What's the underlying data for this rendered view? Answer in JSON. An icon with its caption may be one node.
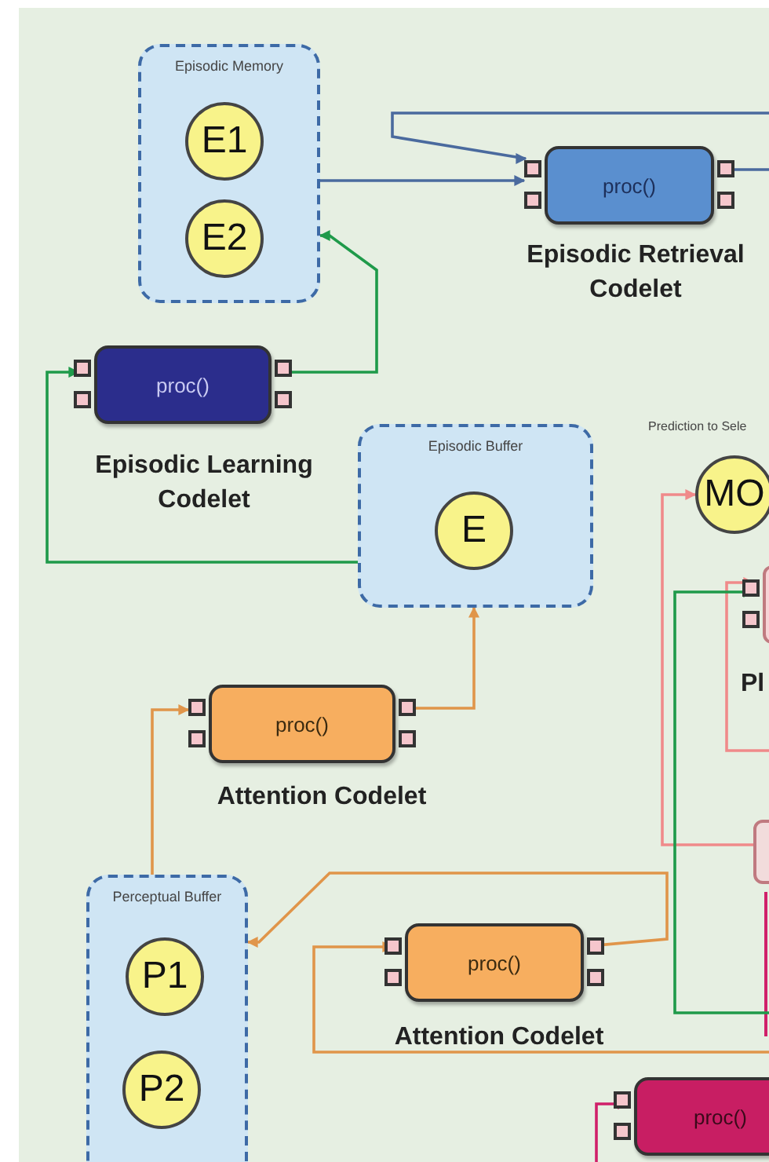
{
  "diagram": {
    "nodes": [
      {
        "text": [
          "Episodic Memory"
        ]
      },
      {
        "text": [
          "E1"
        ],
        "in": 0
      },
      {
        "text": [
          "E2"
        ],
        "in": 0
      },
      {
        "text": [
          "proc()"
        ],
        "beside": [
          "Episodic Retrieval Codelet"
        ]
      },
      {
        "text": [
          "proc()"
        ],
        "beside": [
          "Episodic Learning Codelet"
        ]
      },
      {
        "text": [
          "Episodic Buffer"
        ]
      },
      {
        "text": [
          "E"
        ],
        "in": 5
      },
      {
        "text": [
          "MO"
        ]
      },
      {
        "text": [],
        "shape": "box",
        "beside": [
          "Pl"
        ]
      },
      {
        "text": [
          "proc()"
        ],
        "beside": [
          "Attention Codelet"
        ]
      },
      {
        "text": [
          "Perceptual Buffer"
        ]
      },
      {
        "text": [
          "P1"
        ],
        "in": 10
      },
      {
        "text": [
          "P2"
        ],
        "in": 10
      },
      {
        "text": [
          "proc()"
        ],
        "beside": [
          "Attention Codelet"
        ]
      },
      {
        "text": [
          "proc()"
        ]
      },
      {
        "text": [],
        "shape": "box"
      }
    ],
    "edges": [
      {
        "from": 0,
        "to": 3,
        "arrow": "to",
        "color": "#4a6a9e"
      },
      {
        "from": null,
        "to": 3,
        "arrow": "to",
        "color": "#4a6a9e"
      },
      {
        "from": 3,
        "to": null,
        "arrow": "none",
        "color": "#4a6a9e"
      },
      {
        "from": 4,
        "to": 0,
        "arrow": "to",
        "color": "#1f9a4a"
      },
      {
        "from": 5,
        "to": 4,
        "arrow": "to",
        "color": "#1f9a4a"
      },
      {
        "from": 9,
        "to": 5,
        "arrow": "to"
      },
      {
        "from": 10,
        "to": 9,
        "arrow": "to"
      },
      {
        "from": 13,
        "to": 10,
        "arrow": "to"
      },
      {
        "from": null,
        "to": 13,
        "arrow": "to"
      },
      {
        "from": 15,
        "to": 7,
        "arrow": "to",
        "color": "#f08a8a"
      },
      {
        "from": null,
        "to": 8,
        "arrow": "to",
        "color": "#f08a8a"
      },
      {
        "from": null,
        "to": 8,
        "arrow": "to",
        "color": "#1f9a4a"
      },
      {
        "from": null,
        "to": 14,
        "arrow": "to",
        "color": "#d0206a"
      }
    ],
    "labels": [
      "Prediction to Sele"
    ]
  }
}
